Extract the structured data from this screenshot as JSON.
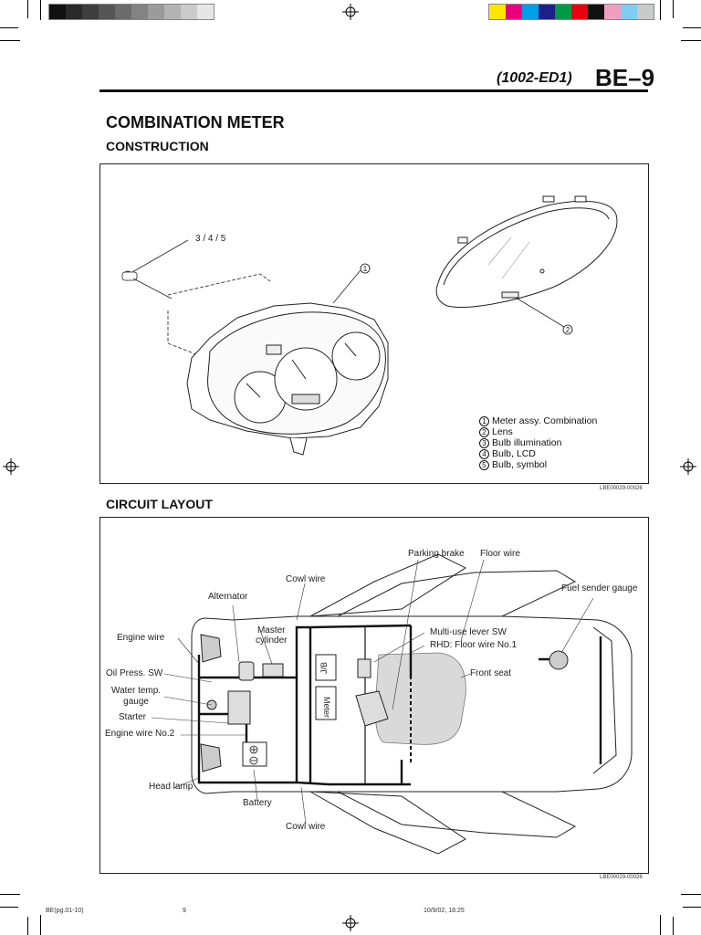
{
  "header": {
    "doc_code": "(1002-ED1)",
    "page_code": "BE–9"
  },
  "section": {
    "title": "COMBINATION METER",
    "construction": "CONSTRUCTION",
    "circuit": "CIRCUIT LAYOUT"
  },
  "construction": {
    "callout_bulbs": "3 / 4 / 5",
    "callout_1": "1",
    "callout_2": "2",
    "legend": [
      {
        "num": "1",
        "text": "Meter assy. Combination"
      },
      {
        "num": "2",
        "text": "Lens"
      },
      {
        "num": "3",
        "text": "Bulb illumination"
      },
      {
        "num": "4",
        "text": "Bulb, LCD"
      },
      {
        "num": "5",
        "text": "Bulb, symbol"
      }
    ],
    "ref": "LBE00029-00026"
  },
  "circuit": {
    "labels": {
      "parking_brake": "Parking brake",
      "floor_wire": "Floor wire",
      "cowl_wire_top": "Cowl wire",
      "fuel_sender": "Fuel sender gauge",
      "alternator": "Alternator",
      "master_cylinder": "Master\ncylinder",
      "engine_wire": "Engine wire",
      "multi_use": "Multi-use lever SW",
      "rhd_floor": "RHD: Floor wire No.1",
      "oil_press": "Oil Press. SW",
      "water_temp": "Water temp.\ngauge",
      "front_seat": "Front seat",
      "starter": "Starter",
      "engine_wire2": "Engine wire No.2",
      "head_lamp": "Head lamp",
      "battery": "Battery",
      "cowl_wire_bottom": "Cowl wire",
      "jb": "J/B",
      "meter": "Meter"
    },
    "ref": "LBE00029-00026"
  },
  "footer": {
    "file": "BE(pg.01-10)",
    "page": "9",
    "date": "10/9/02, 18:25"
  },
  "colors": {
    "gray_bar": [
      "#111111",
      "#2a2a2a",
      "#3e3e3e",
      "#555555",
      "#6c6c6c",
      "#838383",
      "#9b9b9b",
      "#b3b3b3",
      "#cbcbcb",
      "#e6e6e6"
    ],
    "color_bar": [
      "#ffe600",
      "#e6007e",
      "#00a0e9",
      "#1d2088",
      "#009944",
      "#e60012",
      "#111111",
      "#f19ec2",
      "#7ecef4",
      "#c9caca"
    ]
  }
}
